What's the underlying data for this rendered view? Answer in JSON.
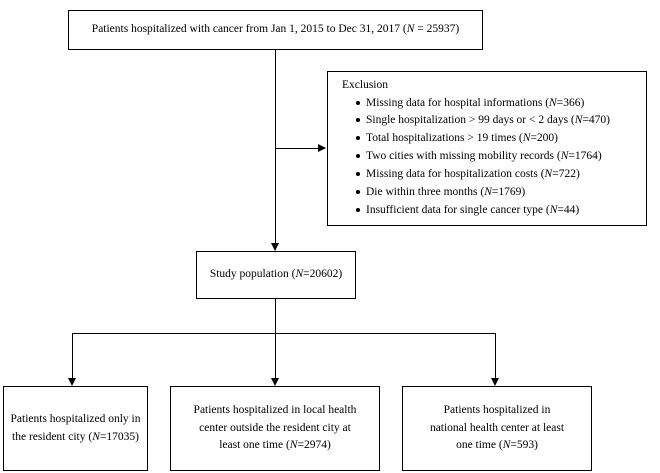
{
  "diagram": {
    "type": "flowchart",
    "top_box": {
      "text_plain": "Patients hospitalized with cancer from Jan 1, 2015 to Dec 31, 2017 (N = 25937)",
      "prefix": "Patients hospitalized with cancer from Jan 1, 2015 to Dec 31, 2017 (",
      "italic_n": "N",
      "suffix": " = 25937)"
    },
    "exclusion": {
      "title": "Exclusion",
      "items": [
        {
          "prefix": "Missing data for hospital informations (",
          "italic_n": "N",
          "suffix": "=366)"
        },
        {
          "prefix": "Single hospitalization > 99 days or < 2 days (",
          "italic_n": "N",
          "suffix": "=470)"
        },
        {
          "prefix": "Total hospitalizations > 19 times (",
          "italic_n": "N",
          "suffix": "=200)"
        },
        {
          "prefix": "Two cities with missing mobility records (",
          "italic_n": "N",
          "suffix": "=1764)"
        },
        {
          "prefix": "Missing data for hospitalization costs (",
          "italic_n": "N",
          "suffix": "=722)"
        },
        {
          "prefix": "Die within three months (",
          "italic_n": "N",
          "suffix": "=1769)"
        },
        {
          "prefix": "Insufficient data for single cancer type (",
          "italic_n": "N",
          "suffix": "=44)"
        }
      ]
    },
    "study_population": {
      "prefix": "Study population (",
      "italic_n": "N",
      "suffix": "=20602)"
    },
    "outcomes": [
      {
        "line1": "Patients hospitalized only in",
        "line2_prefix": "the resident city (",
        "italic_n": "N",
        "line2_suffix": "=17035)"
      },
      {
        "line1": "Patients hospitalized in local health",
        "line2": "center outside the resident city at",
        "line3_prefix": "least one time (",
        "italic_n": "N",
        "line3_suffix": "=2974)"
      },
      {
        "line1": "Patients hospitalized in",
        "line2": "national health center at least",
        "line3_prefix": "one time (",
        "italic_n": "N",
        "line3_suffix": "=593)"
      }
    ]
  }
}
